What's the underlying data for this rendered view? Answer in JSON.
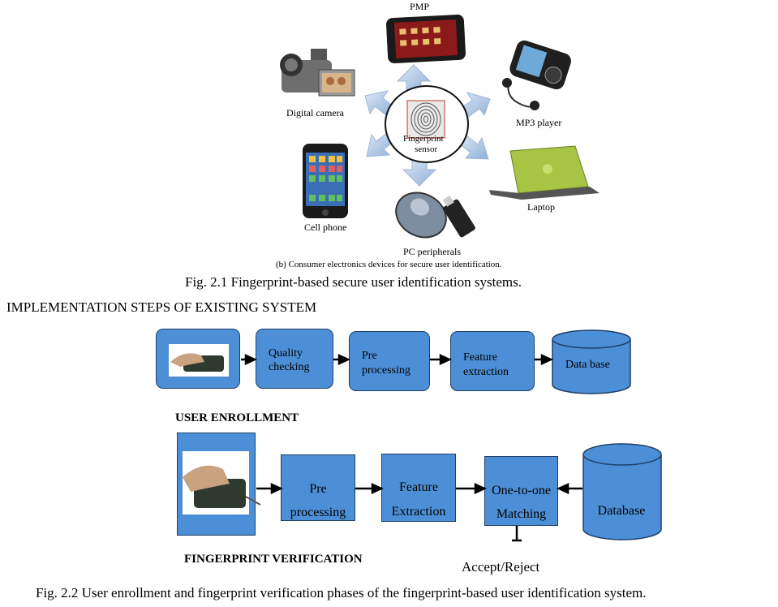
{
  "fig1": {
    "devices": {
      "pmp": "PMP",
      "digital_camera": "Digital camera",
      "mp3_player": "MP3 player",
      "cell_phone": "Cell phone",
      "laptop": "Laptop",
      "pc_peripherals": "PC peripherals"
    },
    "sensor_label_line1": "Fingerprint",
    "sensor_label_line2": "sensor",
    "subcaption": "(b) Consumer electronics devices for secure user identification.",
    "caption": "Fig. 2.1 Fingerprint-based secure user identification systems."
  },
  "section_heading": "IMPLEMENTATION STEPS OF EXISTING SYSTEM",
  "enrollment": {
    "title": "USER ENROLLMENT",
    "steps": [
      {
        "line1": "Quality",
        "line2": "checking"
      },
      {
        "line1": "Pre",
        "line2": "processing"
      },
      {
        "line1": "Feature",
        "line2": "extraction"
      }
    ],
    "database": "Data base"
  },
  "verification": {
    "title": "FINGERPRINT VERIFICATION",
    "steps": [
      {
        "line1": "Pre",
        "line2": "processing"
      },
      {
        "line1": "Feature",
        "line2": "Extraction"
      },
      {
        "line1": "One-to-one",
        "line2": "Matching"
      }
    ],
    "database": "Database",
    "result": "Accept/Reject"
  },
  "fig2_caption": "Fig. 2.2 User enrollment and fingerprint verification phases of the fingerprint-based user identification system.",
  "colors": {
    "box_fill": "#4d8fd6",
    "box_border": "#1f3f6a",
    "arrow_blue": "#a9c3e4"
  }
}
